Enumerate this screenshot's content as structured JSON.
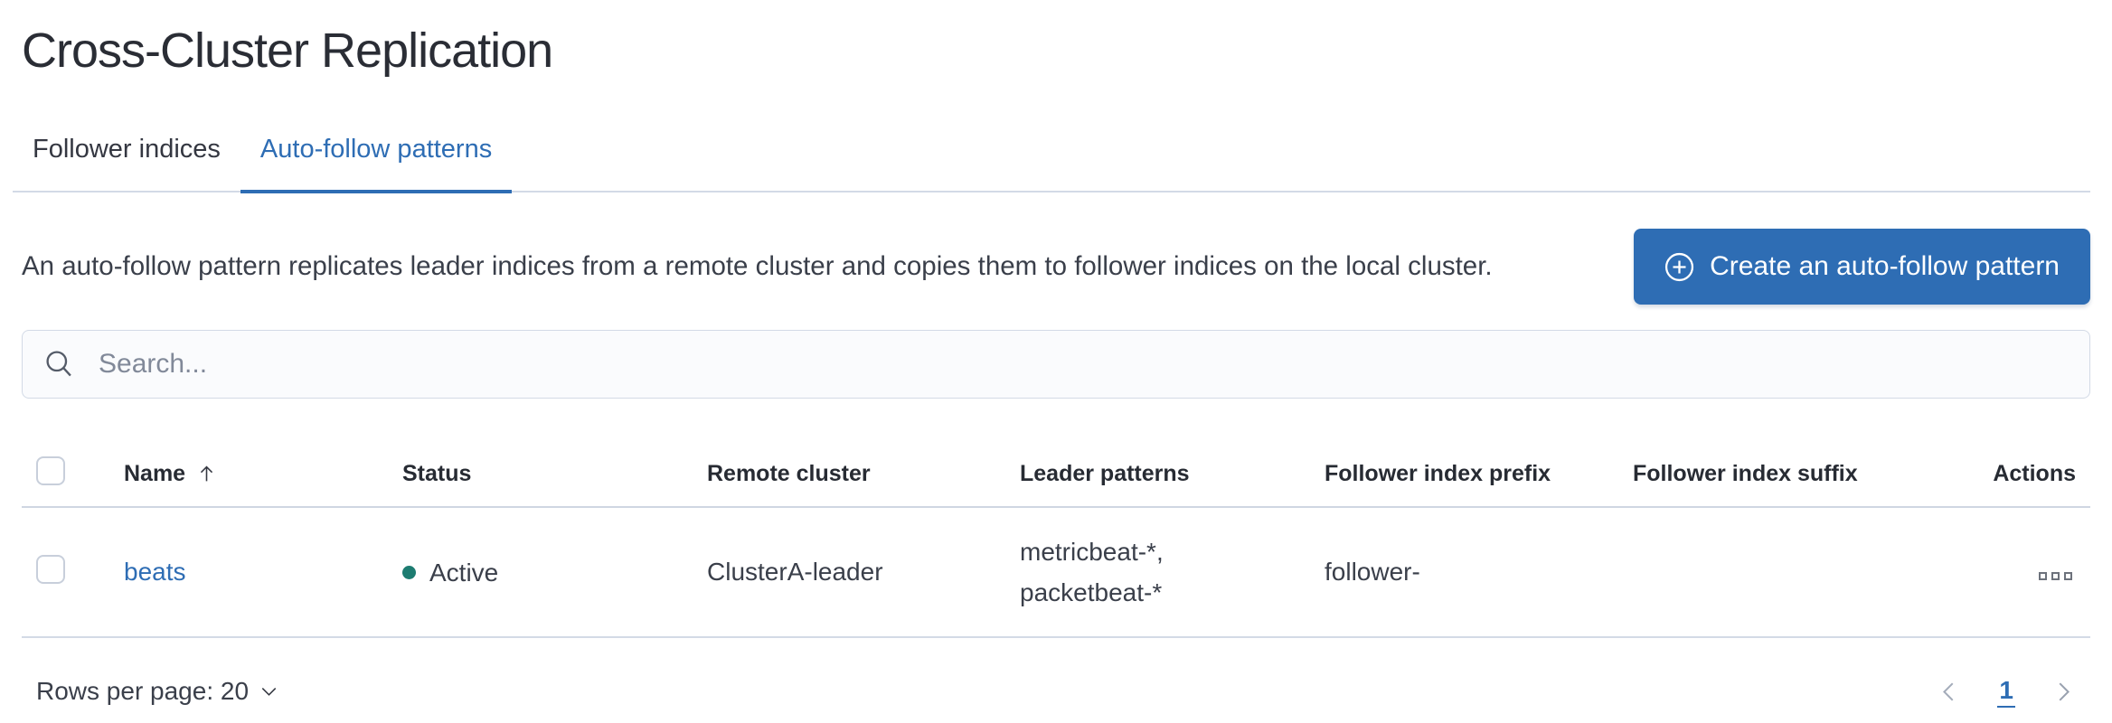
{
  "page": {
    "title": "Cross-Cluster Replication"
  },
  "tabs": [
    {
      "label": "Follower indices",
      "active": false
    },
    {
      "label": "Auto-follow patterns",
      "active": true
    }
  ],
  "intro": {
    "description": "An auto-follow pattern replicates leader indices from a remote cluster and copies them to follower indices on the local cluster.",
    "create_button_label": "Create an auto-follow pattern"
  },
  "search": {
    "placeholder": "Search..."
  },
  "table": {
    "columns": [
      "Name",
      "Status",
      "Remote cluster",
      "Leader patterns",
      "Follower index prefix",
      "Follower index suffix",
      "Actions"
    ],
    "sorted_column": "Name",
    "sort_direction": "ascending",
    "rows": [
      {
        "name": "beats",
        "status": "Active",
        "remote_cluster": "ClusterA-leader",
        "leader_patterns": [
          "metricbeat-*,",
          "packetbeat-*"
        ],
        "follower_index_prefix": "follower-",
        "follower_index_suffix": ""
      }
    ]
  },
  "pagination": {
    "rows_per_page_label": "Rows per page: 20",
    "current_page": "1"
  },
  "colors": {
    "accent_blue": "#2e6db4",
    "status_active_green": "#1d7c71",
    "border_gray": "#d3dae6",
    "text_dark": "#343741"
  }
}
